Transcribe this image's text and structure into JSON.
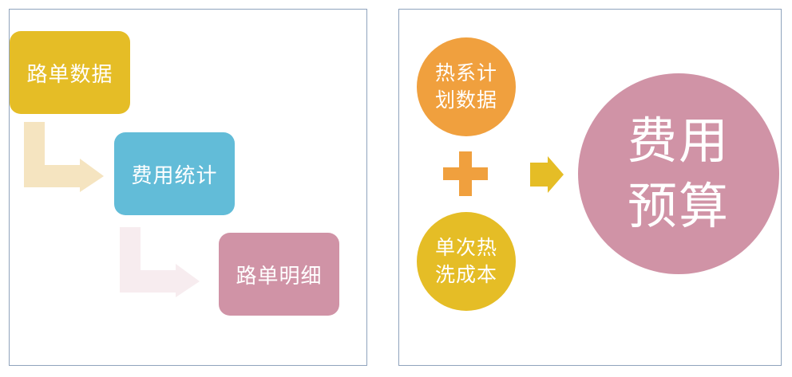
{
  "colors": {
    "gold": "#e5bd26",
    "sky": "#62bcd8",
    "rose": "#d093a6",
    "orange": "#f0a03e",
    "arrow_light_1": "#f5e4c0",
    "arrow_light_2": "#f7ecef",
    "panel_border": "#8fa3bd"
  },
  "left_flow": {
    "step1": "路单数据",
    "step2": "费用统计",
    "step3": "路单明细"
  },
  "right_formula": {
    "input1": {
      "line1": "热系计",
      "line2": "划数据"
    },
    "operator": "plus-icon",
    "input2": {
      "line1": "单次热",
      "line2": "洗成本"
    },
    "result_arrow": "arrow-right-icon",
    "output": {
      "line1": "费用",
      "line2": "预算"
    }
  }
}
